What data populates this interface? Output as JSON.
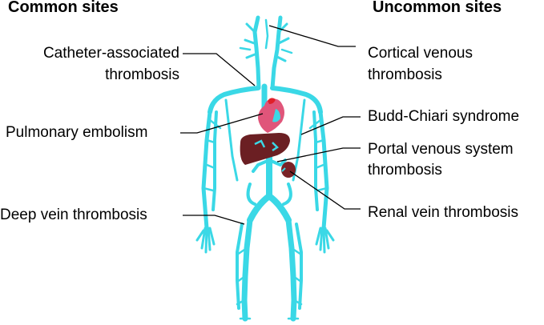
{
  "headers": {
    "left": "Common sites",
    "right": "Uncommon sites"
  },
  "left_labels": {
    "catheter_line1": "Catheter-associated",
    "catheter_line2": "thrombosis",
    "pulmonary": "Pulmonary embolism",
    "dvt": "Deep vein thrombosis"
  },
  "right_labels": {
    "cortical_line1": "Cortical venous",
    "cortical_line2": "thrombosis",
    "budd_chiari": "Budd-Chiari syndrome",
    "portal_line1": "Portal venous system",
    "portal_line2": "thrombosis",
    "renal": "Renal vein thrombosis"
  },
  "colors": {
    "vein": "#3ad8e6",
    "vein_dark": "#22b9c9",
    "heart": "#e0557a",
    "heart_red": "#e0202a",
    "liver": "#6b1f23",
    "kidney": "#7a2226",
    "leader": "#000000"
  }
}
